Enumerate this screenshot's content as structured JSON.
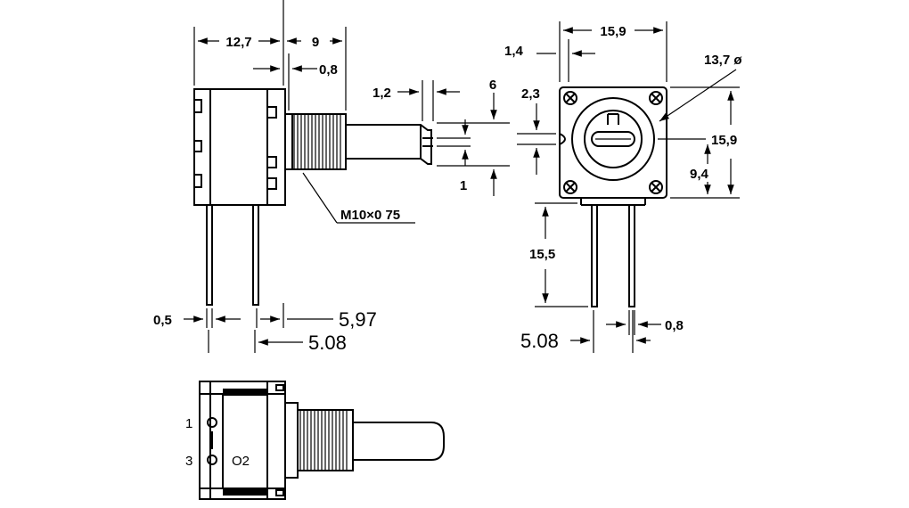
{
  "colors": {
    "line": "#000000",
    "background": "#ffffff"
  },
  "labels": {
    "side_12_7": "12,7",
    "side_9": "9",
    "side_0_8": "0,8",
    "side_1_2": "1,2",
    "side_6": "6",
    "side_1": "1",
    "thread": "M10×0 75",
    "side_0_5": "0,5",
    "side_5_97": "5,97",
    "side_5_08": "5.08",
    "front_15_9_top": "15,9",
    "front_1_4": "1,4",
    "front_13_7": "13,7 ø",
    "front_2_3": "2,3",
    "front_15_9_right": "15,9",
    "front_9_4": "9,4",
    "front_15_5": "15,5",
    "front_5_08": "5.08",
    "front_0_8": "0,8",
    "pin_1": "1",
    "pin_3": "3",
    "pin_2": "O2"
  }
}
